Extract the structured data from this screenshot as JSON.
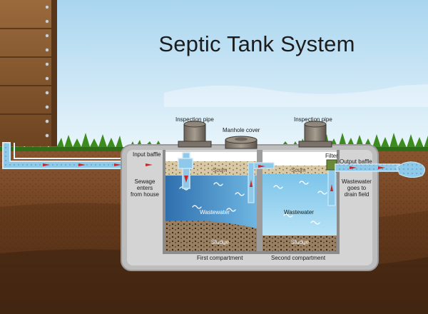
{
  "title": "Septic Tank System",
  "labels": {
    "inspection_pipe_left": "Inspection pipe",
    "inspection_pipe_right": "Inspection pipe",
    "manhole_cover": "Manhole cover",
    "input_baffle": "Input baffle",
    "filter": "Filter",
    "output_baffle": "Output baffle",
    "sewage_enters": "Sewage\nenters\nfrom house",
    "wastewater_exit": "Wastewater\ngoes to\ndrain field",
    "scum_left": "Scum",
    "scum_right": "Scum",
    "wastewater_left": "Wastewater",
    "wastewater_right": "Wastewater",
    "sludge_left": "Sludge",
    "sludge_right": "Sludge",
    "first_compartment": "First compartment",
    "second_compartment": "Second compartment"
  },
  "icons": [
    "house-wall-icon",
    "inspection-pipe-icon",
    "manhole-cover-icon",
    "baffle-icon",
    "filter-icon",
    "flow-arrow-icon",
    "wave-icon",
    "grass-icon"
  ],
  "colors": {
    "sky_top": "#b7dcf1",
    "sky_bottom": "#e6f3fa",
    "soil_top": "#7a4a26",
    "soil_bottom": "#4a2a14",
    "tank_wall": "#cfcfcf",
    "water": "#4f9fd3",
    "water_light": "#9fd3ee",
    "sludge": "#8a6a44",
    "scum": "#d9c8a8",
    "pipe": "#8ec8e8",
    "arrow": "#c8282c",
    "grass": "#3e8f22",
    "wood": "#8a5a30"
  }
}
